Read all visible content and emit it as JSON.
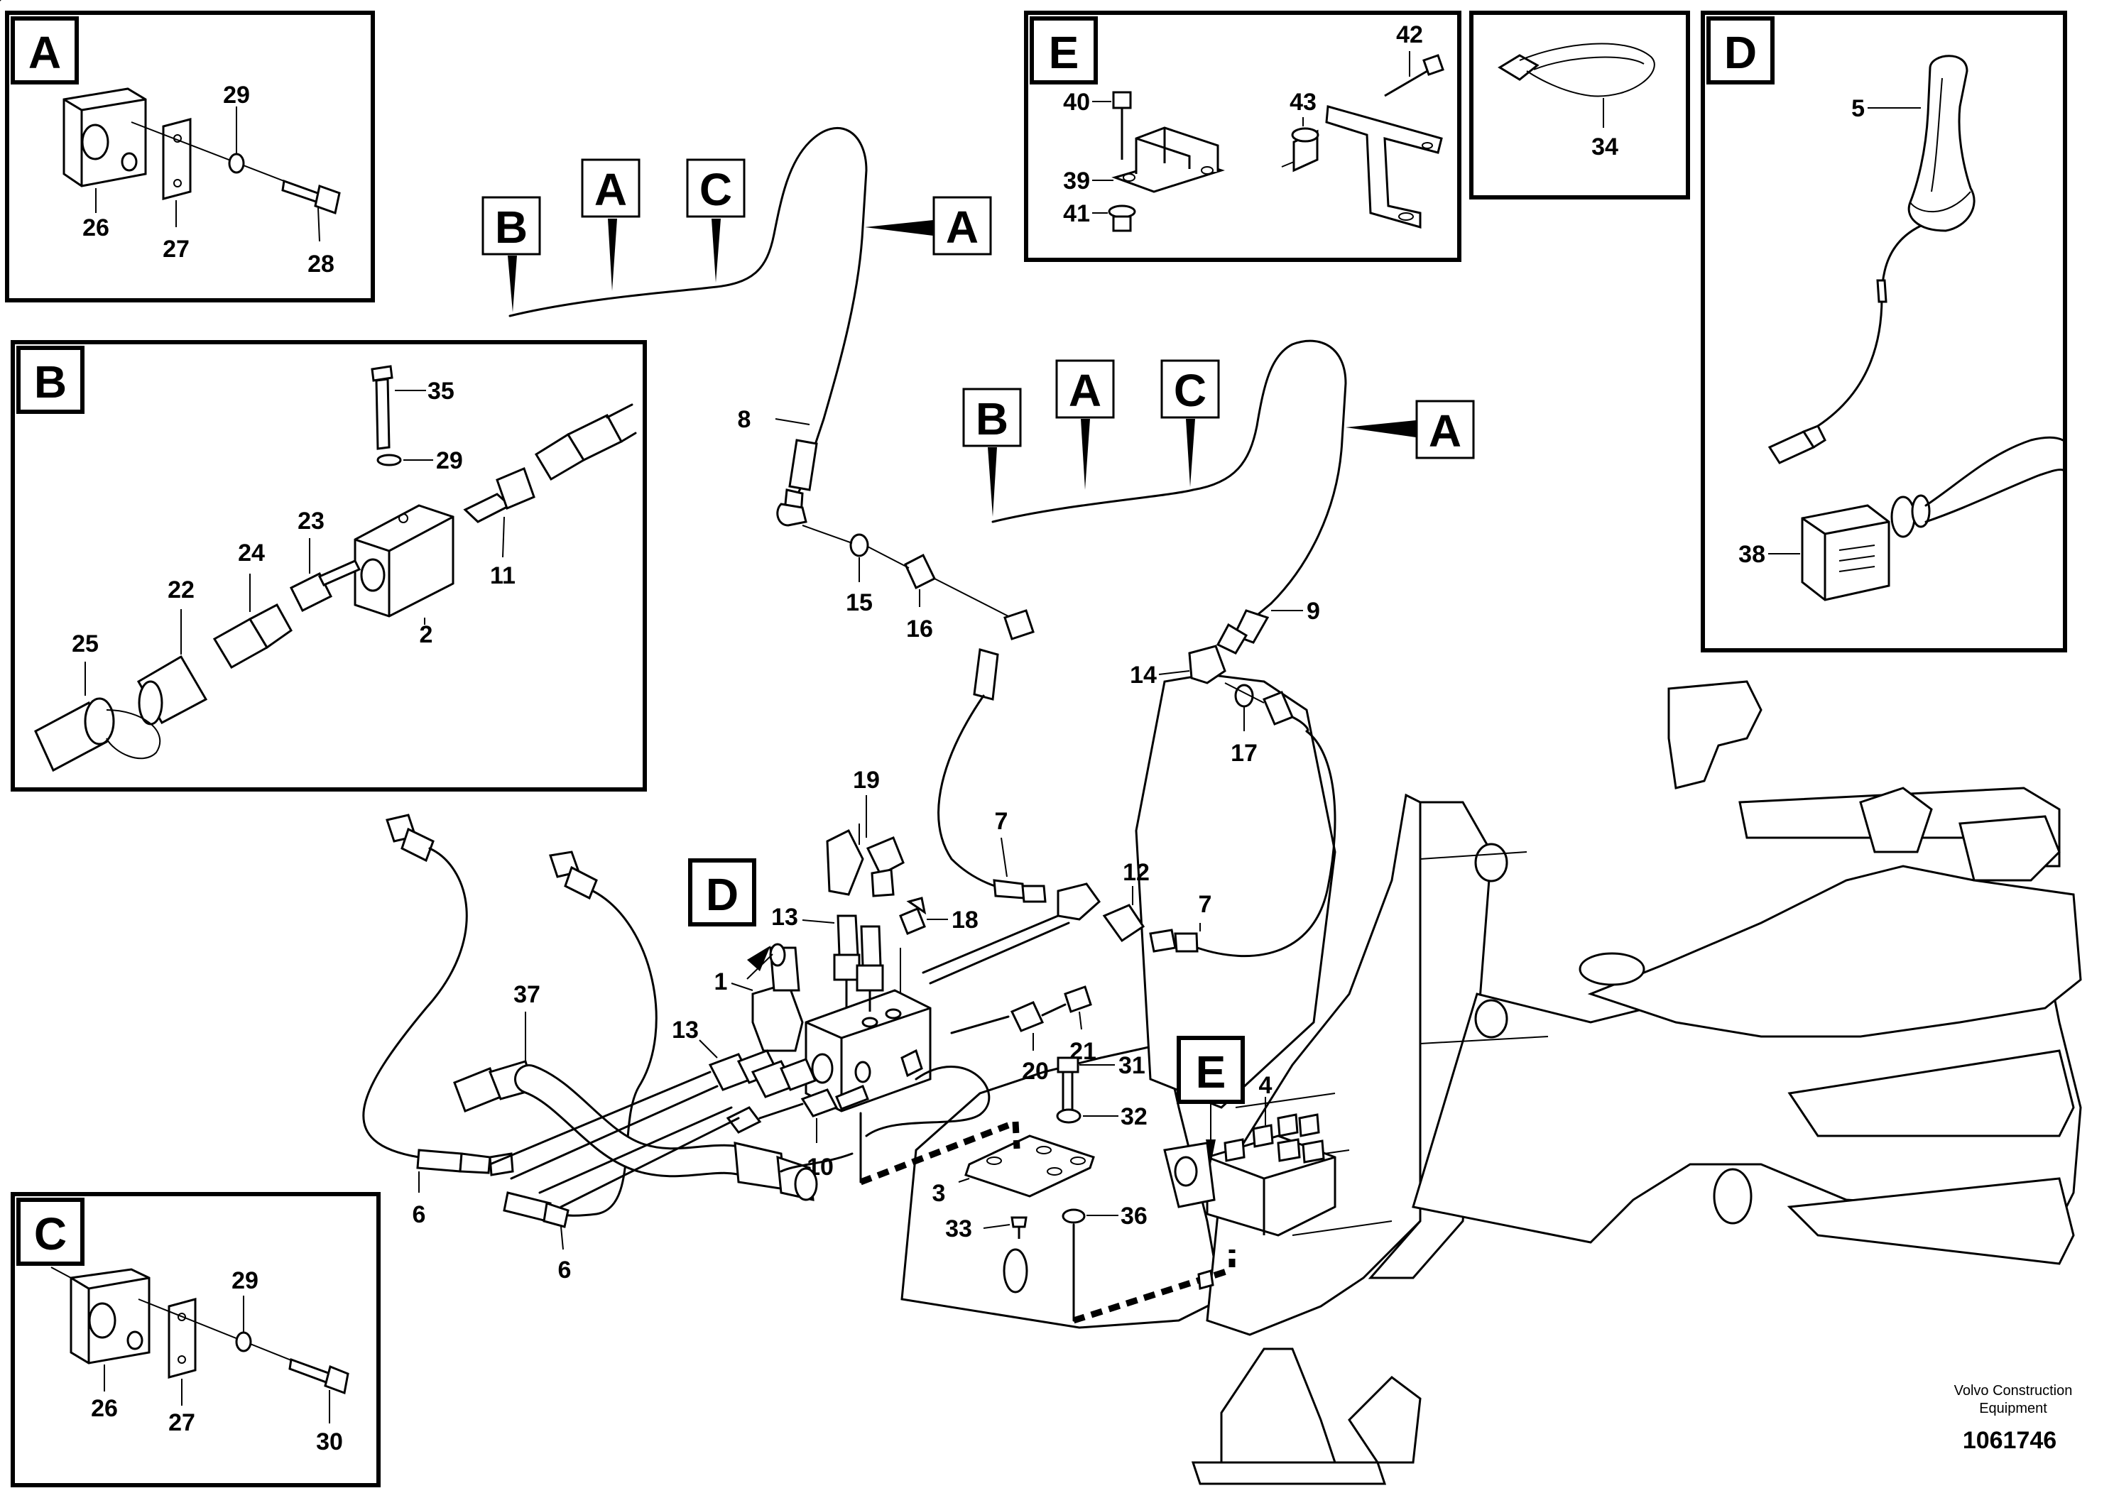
{
  "callouts": {
    "n1": "1",
    "n2": "2",
    "n3": "3",
    "n4": "4",
    "n5": "5",
    "n6a": "6",
    "n6b": "6",
    "n7a": "7",
    "n7b": "7",
    "n8": "8",
    "n9": "9",
    "n10": "10",
    "n11": "11",
    "n12": "12",
    "n13a": "13",
    "n13b": "13",
    "n14": "14",
    "n15": "15",
    "n16": "16",
    "n17": "17",
    "n18": "18",
    "n19": "19",
    "n20": "20",
    "n21": "21",
    "n22": "22",
    "n23": "23",
    "n24": "24",
    "n25": "25",
    "n26a": "26",
    "n26c": "26",
    "n27a": "27",
    "n27c": "27",
    "n28": "28",
    "n29a": "29",
    "n29b": "29",
    "n29c": "29",
    "n30": "30",
    "n31": "31",
    "n32": "32",
    "n33": "33",
    "n34": "34",
    "n35": "35",
    "n36": "36",
    "n37": "37",
    "n38": "38",
    "n39": "39",
    "n40": "40",
    "n41": "41",
    "n42": "42",
    "n43": "43"
  },
  "detail_letters": {
    "inset_a": "A",
    "inset_b": "B",
    "inset_c": "C",
    "inset_d": "D",
    "inset_e": "E",
    "ref_d": "D",
    "ref_e": "E"
  },
  "routing_tags": {
    "route1": [
      "B",
      "A",
      "C",
      "A"
    ],
    "route2": [
      "B",
      "A",
      "C",
      "A"
    ]
  },
  "footer": {
    "company_line1": "Volvo Construction",
    "company_line2": "Equipment",
    "drawing_number": "1061746"
  }
}
